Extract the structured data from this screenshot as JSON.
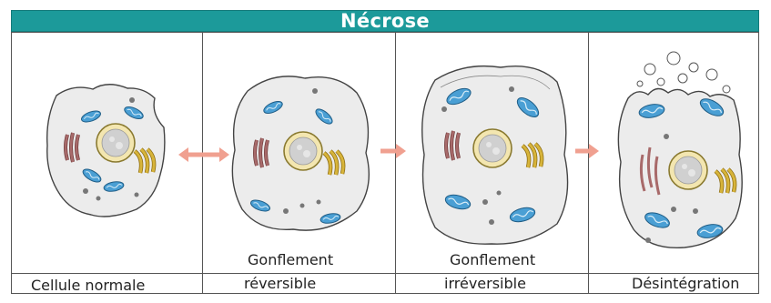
{
  "title": "Nécrose",
  "labels": {
    "normal": "Cellule normale",
    "reversible_1": "Gonflement",
    "reversible_2": "réversible",
    "irreversible_1": "Gonflement",
    "irreversible_2": "irréversible",
    "desintegration": "Désintégration"
  },
  "colors": {
    "title_bg": "#1c9a9a",
    "title_text": "#ffffff",
    "cytoplasm": "#ececec",
    "mitochondria": "#4a9fd4",
    "golgi": "#d7b43a",
    "er": "#a86a6a",
    "nucleus": "#f3e6b0",
    "nucleolus": "#c8c8c8",
    "arrow": "#f0a090"
  }
}
